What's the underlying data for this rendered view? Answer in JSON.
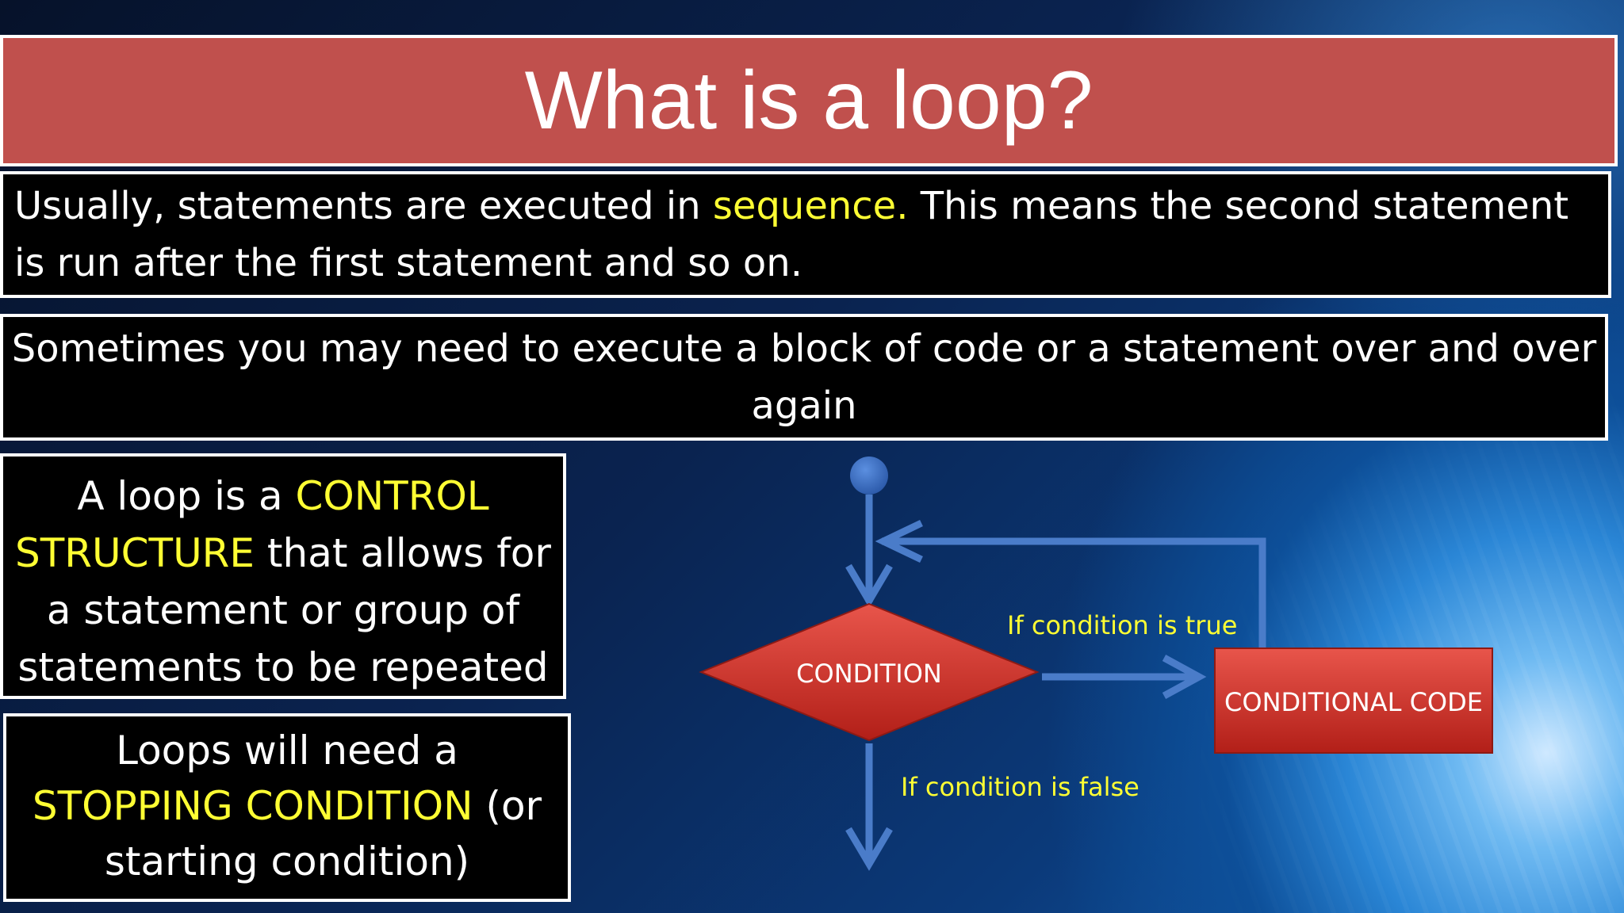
{
  "title": "What is a loop?",
  "box1": {
    "before": "Usually, statements are executed in ",
    "highlight": "sequence.",
    "after": " This means the second statement is run after the first statement and so on."
  },
  "box2": {
    "text": "Sometimes you may need to execute a block of code or a statement over and over again"
  },
  "box3": {
    "before": "A loop is a ",
    "highlight": "CONTROL STRUCTURE",
    "after": " that allows for a statement or group of statements to be repeated"
  },
  "box4": {
    "before": "Loops will need a ",
    "highlight": "STOPPING CONDITION",
    "after": " (or starting condition)"
  },
  "flowchart": {
    "condition_label": "CONDITION",
    "code_label": "CONDITIONAL CODE",
    "true_label": "If condition is true",
    "false_label": "If condition is false"
  },
  "colors": {
    "title_bg": "#c0504d",
    "highlight": "#ffff33",
    "shape_red": "#d9342b",
    "arrow_blue": "#4a7cc9",
    "start_dot": "#3a6fc4"
  }
}
